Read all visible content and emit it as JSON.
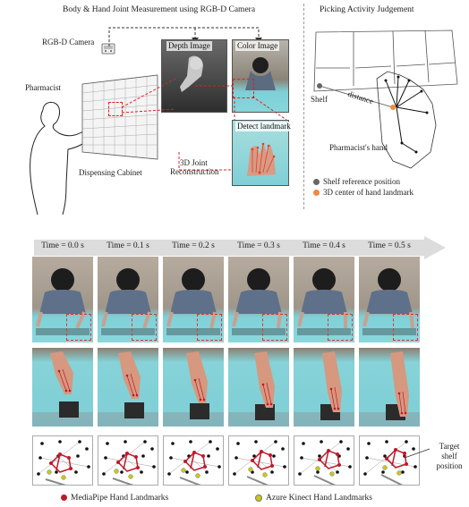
{
  "top_left": {
    "title": "Body & Hand Joint Measurement using RGB-D Camera",
    "rgbd_camera": "RGB-D Camera",
    "pharmacist": "Pharmacist",
    "dispensing_cabinet": "Dispensing Cabinet",
    "depth_image": "Depth Image",
    "color_image": "Color Image",
    "detect_landmark": "Detect landmark",
    "reconstruction_line1": "3D Joint",
    "reconstruction_line2": "Reconstruction"
  },
  "top_right": {
    "title": "Picking Activity Judgement",
    "shelf": "Shelf",
    "distance": "distance",
    "pharmacists_hand": "Pharmacist's hand",
    "legend": [
      {
        "label": "Shelf reference position",
        "color": "#666666"
      },
      {
        "label": "3D center of hand landmark",
        "color": "#f08a3c"
      }
    ]
  },
  "timeline": {
    "times": [
      "Time = 0.0 s",
      "Time = 0.1 s",
      "Time = 0.2 s",
      "Time = 0.3 s",
      "Time = 0.4 s",
      "Time = 0.5 s"
    ],
    "target_label_lines": [
      "Target",
      "shelf",
      "position"
    ]
  },
  "bottom_legend": [
    {
      "label": "MediaPipe Hand Landmarks",
      "color": "#c0182a"
    },
    {
      "label": "Azure Kinect Hand Landmarks",
      "color": "#c8c81a"
    }
  ]
}
